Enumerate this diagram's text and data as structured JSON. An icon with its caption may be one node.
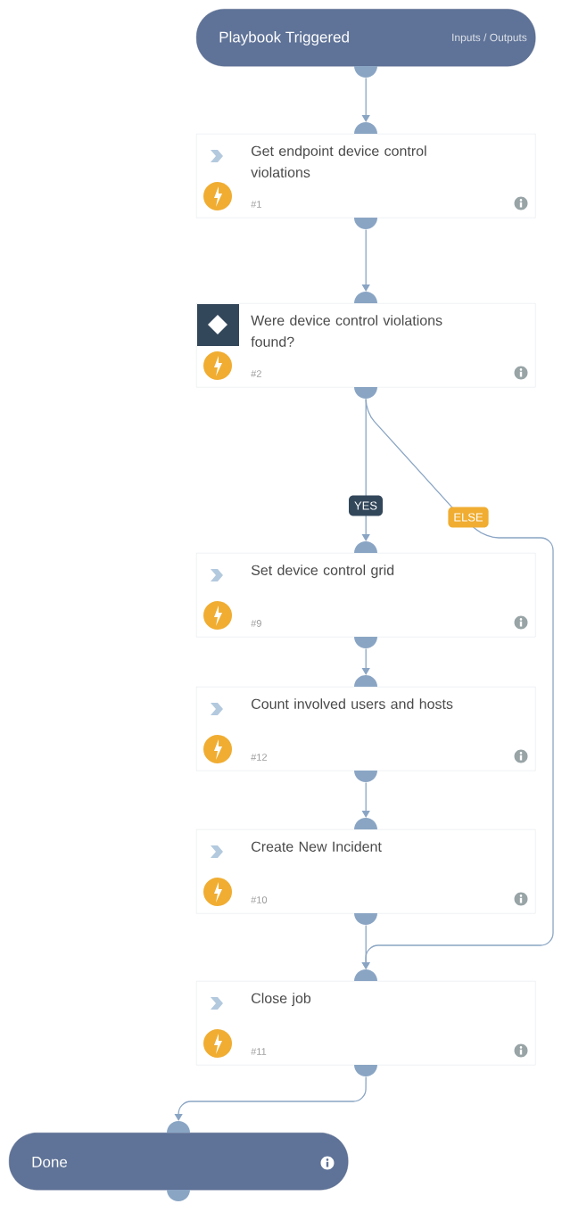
{
  "diagram": {
    "nodes": [
      {
        "text": [
          "Playbook Triggered",
          "Inputs / Outputs"
        ]
      },
      {
        "text": [
          "Get endpoint device control violations",
          "#1"
        ]
      },
      {
        "text": [
          "Were device control violations found?",
          "#2"
        ]
      },
      {
        "text": [
          "Set device control grid",
          "#9"
        ]
      },
      {
        "text": [
          "Count involved users and hosts",
          "#12"
        ]
      },
      {
        "text": [
          "Create New Incident",
          "#10"
        ]
      },
      {
        "text": [
          "Close job",
          "#11"
        ]
      },
      {
        "text": [
          "Done"
        ]
      }
    ],
    "edges": [
      {
        "from": 0,
        "to": 1,
        "arrow": "to"
      },
      {
        "from": 1,
        "to": 2,
        "arrow": "to"
      },
      {
        "from": 2,
        "to": 3,
        "arrow": "to",
        "label": "YES"
      },
      {
        "from": 2,
        "to": 6,
        "arrow": "to",
        "label": "ELSE"
      },
      {
        "from": 3,
        "to": 4,
        "arrow": "to"
      },
      {
        "from": 4,
        "to": 5,
        "arrow": "to"
      },
      {
        "from": 5,
        "to": 6,
        "arrow": "to"
      },
      {
        "from": 6,
        "to": 7,
        "arrow": "to"
      }
    ]
  }
}
